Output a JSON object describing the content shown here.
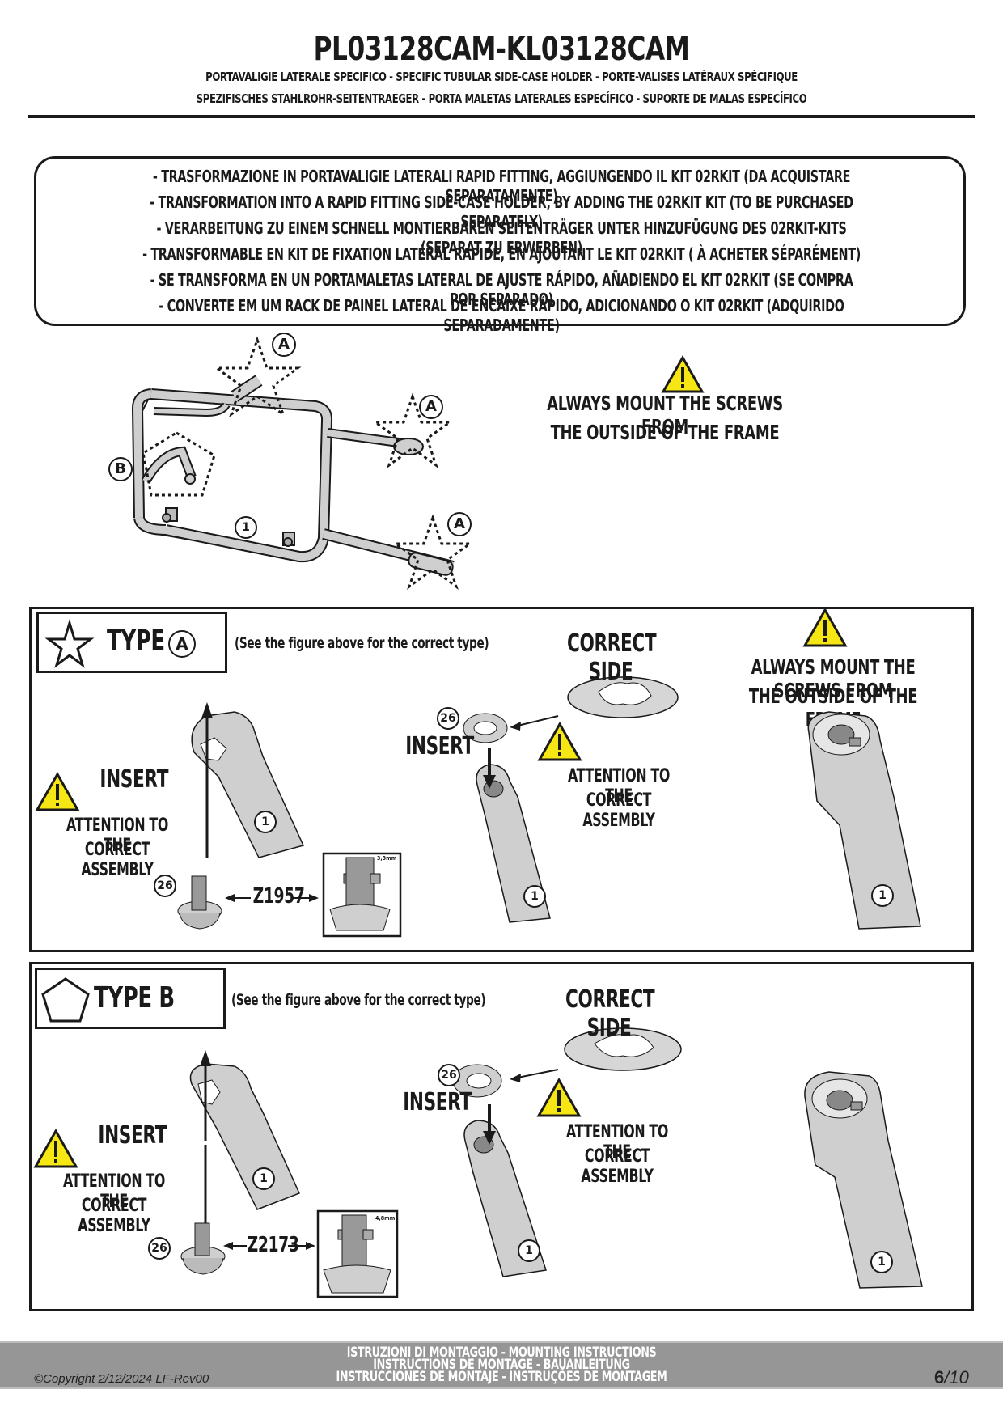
{
  "header": {
    "title": "PL03128CAM-KL03128CAM",
    "subtitle_line1": "PORTAVALIGIE LATERALE SPECIFICO  -  SPECIFIC TUBULAR SIDE-CASE HOLDER  - PORTE-VALISES LATÉRAUX SPÉCIFIQUE",
    "subtitle_line2": "SPEZIFISCHES STAHLROHR-SEITENTRAEGER - PORTA MALETAS LATERALES ESPECÍFICO - SUPORTE DE MALAS ESPECÍFICO"
  },
  "note_box": {
    "lines": [
      "- TRASFORMAZIONE IN PORTAVALIGIE LATERALI RAPID FITTING, AGGIUNGENDO IL KIT 02RKIT (DA ACQUISTARE SEPARATAMENTE)",
      "- TRANSFORMATION INTO A RAPID FITTING SIDE-CASE HOLDER, BY ADDING THE 02RKIT KIT (TO BE PURCHASED SEPARATELY)",
      "- VERARBEITUNG ZU EINEM SCHNELL MONTIERBAREN SEITENTRÄGER UNTER HINZUFÜGUNG DES 02RKIT-KITS (SEPARAT ZU ERWERBEN)",
      "-  TRANSFORMABLE EN KIT DE FIXATION LATÉRAL RAPIDE, EN AJOUTANT LE KIT 02RKIT ( À ACHETER SÉPARÉMENT)",
      "- SE TRANSFORMA EN UN PORTAMALETAS LATERAL DE AJUSTE RÁPIDO, AÑADIENDO EL KIT 02RKIT (SE COMPRA POR SEPARADO)",
      "- CONVERTE EM UM RACK DE PAINEL LATERAL DE ENCAIXE RÁPIDO, ADICIONANDO O KIT 02RKIT (ADQUIRIDO SEPARADAMENTE)"
    ]
  },
  "overview": {
    "callout_a": "A",
    "callout_b": "B",
    "callout_part": "1",
    "warning_line1": "ALWAYS MOUNT THE SCREWS FROM",
    "warning_line2": "THE OUTSIDE OF THE FRAME",
    "warning_icon": "warning-triangle-icon"
  },
  "type_a": {
    "label": "TYPE",
    "type_letter": "A",
    "shape_icon": "star-icon",
    "see_note": "(See the figure above for the correct type)",
    "insert_label": "INSERT",
    "attention_line1": "ATTENTION TO THE",
    "attention_line2": "CORRECT ASSEMBLY",
    "part_number": "26",
    "frame_part": "1",
    "code": "Z1957",
    "dimension": "3,3mm",
    "correct_side": "CORRECT SIDE",
    "mount_line1": "ALWAYS MOUNT THE SCREWS FROM",
    "mount_line2": "THE OUTSIDE OF THE FRAME"
  },
  "type_b": {
    "label": "TYPE B",
    "shape_icon": "pentagon-icon",
    "see_note": "(See the figure above for the correct type)",
    "insert_label": "INSERT",
    "attention_line1": "ATTENTION TO THE",
    "attention_line2": "CORRECT ASSEMBLY",
    "part_number": "26",
    "frame_part": "1",
    "code": "Z2173",
    "dimension": "4,8mm",
    "correct_side": "CORRECT SIDE"
  },
  "footer": {
    "line1": "ISTRUZIONI DI MONTAGGIO  -  MOUNTING INSTRUCTIONS",
    "line2": "INSTRUCTIONS DE MONTAGE - BAUANLEITUNG",
    "line3": "INSTRUCCIONES DE MONTAJE - INSTRUÇÕES DE MONTAGEM",
    "copyright": "©Copyright 2/12/2024 LF-Rev00",
    "page_current": "6",
    "page_total": "/10"
  },
  "colors": {
    "warning_yellow": "#f5e614",
    "part_gray": "#cfcfcf",
    "dark_gray": "#8a8a8a",
    "footer_gray": "#969696",
    "ink": "#1a1a1a"
  }
}
